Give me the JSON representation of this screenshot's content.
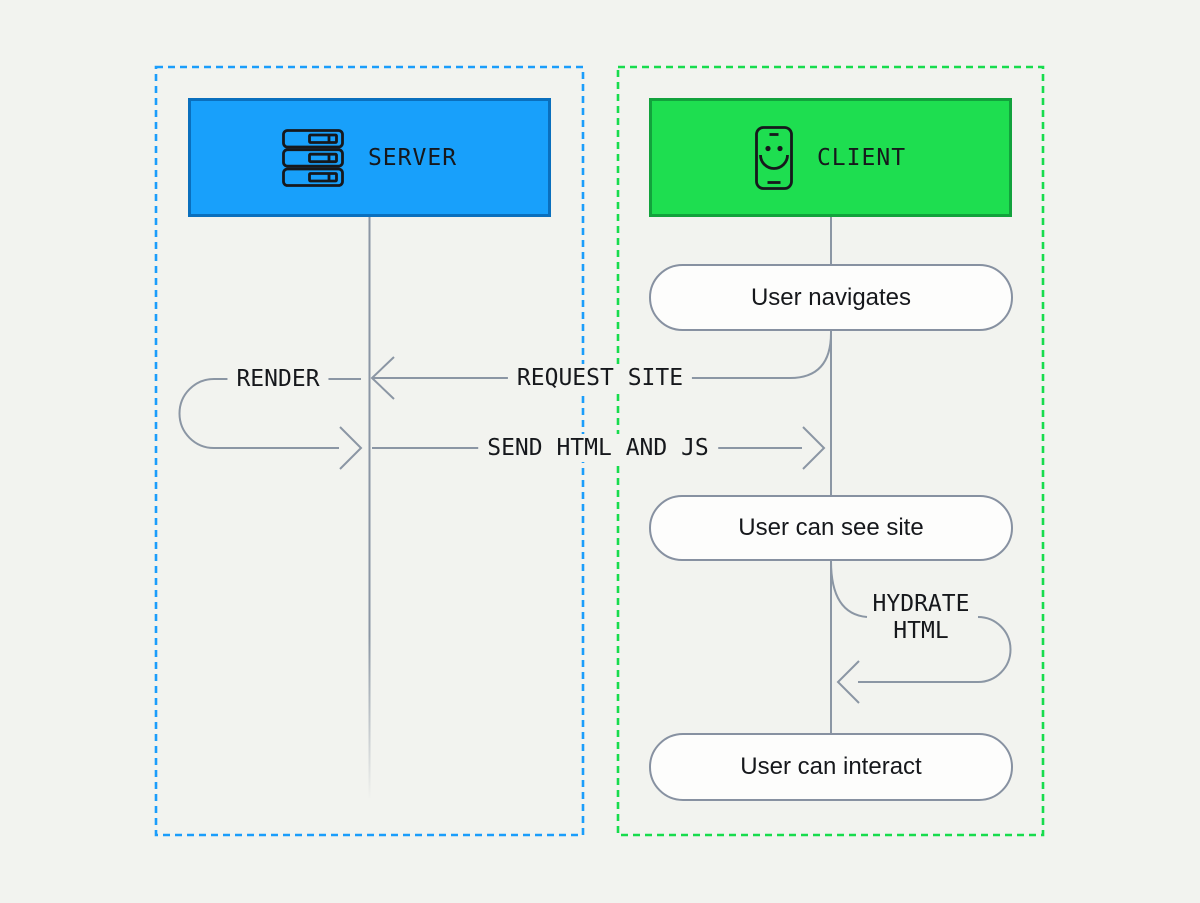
{
  "diagram": {
    "title": "server-side-rendering-sequence",
    "server_lane": {
      "label": "SERVER",
      "icon": "server-rack-icon",
      "fill_color": "#18A0FB",
      "border_color": "#0A6FBD",
      "dash_border_color": "#1B9DFB"
    },
    "client_lane": {
      "label": "CLIENT",
      "icon": "smartphone-smiley-icon",
      "fill_color": "#1EDE50",
      "border_color": "#12A23C",
      "dash_border_color": "#17DC4D"
    },
    "messages": {
      "render": "RENDER",
      "request_site": "REQUEST SITE",
      "send_html_js": "SEND HTML AND JS",
      "hydrate_html_line1": "HYDRATE",
      "hydrate_html_line2": "HTML"
    },
    "client_states": [
      {
        "label": "User navigates"
      },
      {
        "label": "User can see site"
      },
      {
        "label": "User can interact"
      }
    ],
    "colors": {
      "background": "#F2F3EF",
      "connector_line": "#8B96A4",
      "text": "#16181C",
      "pill_fill": "#FDFDFC",
      "pill_border": "#8791A1"
    }
  }
}
